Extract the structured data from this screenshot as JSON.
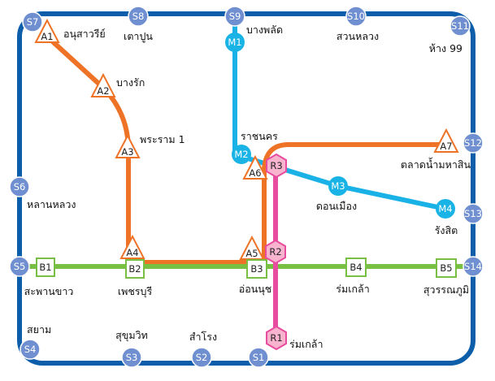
{
  "colors": {
    "ring": "#0d5eaa",
    "s_station": "#6f8fd0",
    "m_line": "#1ab2e6",
    "m_station": "#19b3e6",
    "a_line": "#ee7326",
    "b_line": "#78c043",
    "r_line": "#e74c9f",
    "r_station": "#f8b4cf"
  },
  "stations": {
    "S1": {
      "code": "S1",
      "name": ""
    },
    "S2": {
      "code": "S2",
      "name": "สำโรง"
    },
    "S3": {
      "code": "S3",
      "name": "สุขุมวิท"
    },
    "S4": {
      "code": "S4",
      "name": "สยาม"
    },
    "S5": {
      "code": "S5",
      "name": ""
    },
    "S6": {
      "code": "S6",
      "name": "หลานหลวง"
    },
    "S7": {
      "code": "S7",
      "name": ""
    },
    "S8": {
      "code": "S8",
      "name": "เตาปูน"
    },
    "S9": {
      "code": "S9",
      "name": "บางพลัด"
    },
    "S10": {
      "code": "S10",
      "name": "สวนหลวง"
    },
    "S11": {
      "code": "S11",
      "name": "ห้าง 99"
    },
    "S12": {
      "code": "S12",
      "name": ""
    },
    "S13": {
      "code": "S13",
      "name": ""
    },
    "S14": {
      "code": "S14",
      "name": ""
    },
    "A1": {
      "code": "A1",
      "name": "อนุสาวรีย์"
    },
    "A2": {
      "code": "A2",
      "name": "บางรัก"
    },
    "A3": {
      "code": "A3",
      "name": "พระราม 1"
    },
    "A4": {
      "code": "A4",
      "name": ""
    },
    "A5": {
      "code": "A5",
      "name": ""
    },
    "A6": {
      "code": "A6",
      "name": ""
    },
    "A7": {
      "code": "A7",
      "name": "ตลาดน้ำมหาสิน"
    },
    "M1": {
      "code": "M1",
      "name": ""
    },
    "M2": {
      "code": "M2",
      "name": "ราชนคร"
    },
    "M3": {
      "code": "M3",
      "name": "ดอนเมือง"
    },
    "M4": {
      "code": "M4",
      "name": "รังสิต"
    },
    "B1": {
      "code": "B1",
      "name": "สะพานขาว"
    },
    "B2": {
      "code": "B2",
      "name": "เพชรบุรี"
    },
    "B3": {
      "code": "B3",
      "name": "อ่อนนุช"
    },
    "B4": {
      "code": "B4",
      "name": "ร่มเกล้า"
    },
    "B5": {
      "code": "B5",
      "name": "สุวรรณภูมิ"
    },
    "R1": {
      "code": "R1",
      "name": "ร่มเกล้า"
    },
    "R2": {
      "code": "R2",
      "name": ""
    },
    "R3": {
      "code": "R3",
      "name": ""
    }
  }
}
